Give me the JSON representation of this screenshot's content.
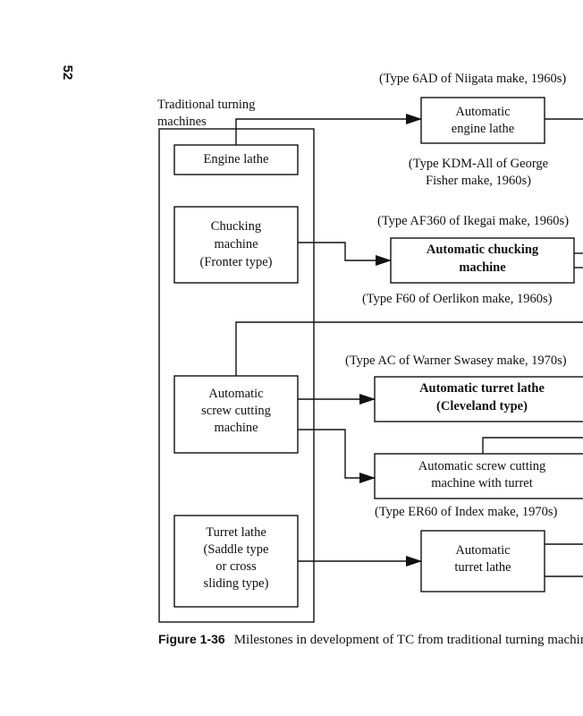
{
  "page_number": "52",
  "traditional_label": [
    "Traditional turning",
    "machines"
  ],
  "boxes": {
    "engine_lathe": "Engine lathe",
    "chucking": [
      "Chucking",
      "machine",
      "(Fronter type)"
    ],
    "screw": [
      "Automatic",
      "screw cutting",
      "machine"
    ],
    "turret": [
      "Turret lathe",
      "(Saddle type",
      "or cross",
      "sliding type)"
    ],
    "auto_engine": [
      "Automatic",
      "engine lathe"
    ],
    "auto_chucking": [
      "Automatic chucking",
      "machine"
    ],
    "auto_turret_cleveland": [
      "Automatic turret lathe",
      "(Cleveland type)"
    ],
    "auto_screw_turret": [
      "Automatic screw cutting",
      "machine with turret"
    ],
    "auto_turret": [
      "Automatic",
      "turret lathe"
    ]
  },
  "notes": {
    "niigata": "(Type 6AD of Niigata make, 1960s)",
    "george_fisher": [
      "(Type KDM-All of George",
      "Fisher make, 1960s)"
    ],
    "ikegai": "(Type AF360 of Ikegai make, 1960s)",
    "oerlikon": "(Type F60 of Oerlikon make, 1960s)",
    "warner": "(Type AC of Warner Swasey make, 1970s)",
    "index": "(Type ER60 of Index make, 1970s)"
  },
  "caption": {
    "label": "Figure 1-36",
    "text": "Milestones in development of TC from traditional turning machines"
  }
}
